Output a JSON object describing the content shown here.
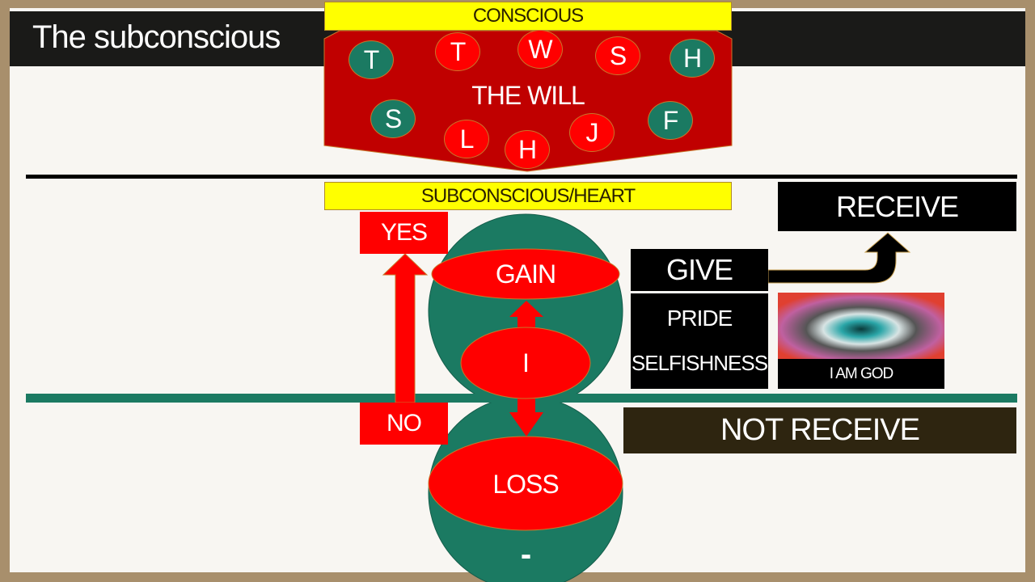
{
  "title": "The subconscious",
  "conscious_label": "CONSCIOUS",
  "will_label": "THE WILL",
  "will_circles": [
    {
      "letter": "T",
      "color": "#1b7a62"
    },
    {
      "letter": "T",
      "color": "#ff0000"
    },
    {
      "letter": "W",
      "color": "#ff0000"
    },
    {
      "letter": "S",
      "color": "#ff0000"
    },
    {
      "letter": "H",
      "color": "#1b7a62"
    },
    {
      "letter": "S",
      "color": "#1b7a62"
    },
    {
      "letter": "L",
      "color": "#ff0000"
    },
    {
      "letter": "H",
      "color": "#ff0000"
    },
    {
      "letter": "J",
      "color": "#ff0000"
    },
    {
      "letter": "F",
      "color": "#1b7a62"
    }
  ],
  "subconscious_label": "SUBCONSCIOUS/HEART",
  "yes_label": "YES",
  "no_label": "NO",
  "gain_label": "GAIN",
  "i_label": "I",
  "loss_label": "LOSS",
  "minus_label": "-",
  "receive_label": "RECEIVE",
  "give_label": "GIVE",
  "pride_label": "PRIDE",
  "selfishness_label": "SELFISHNESS",
  "i_am_god_label": "I AM GOD",
  "not_receive_label": "NOT RECEIVE"
}
